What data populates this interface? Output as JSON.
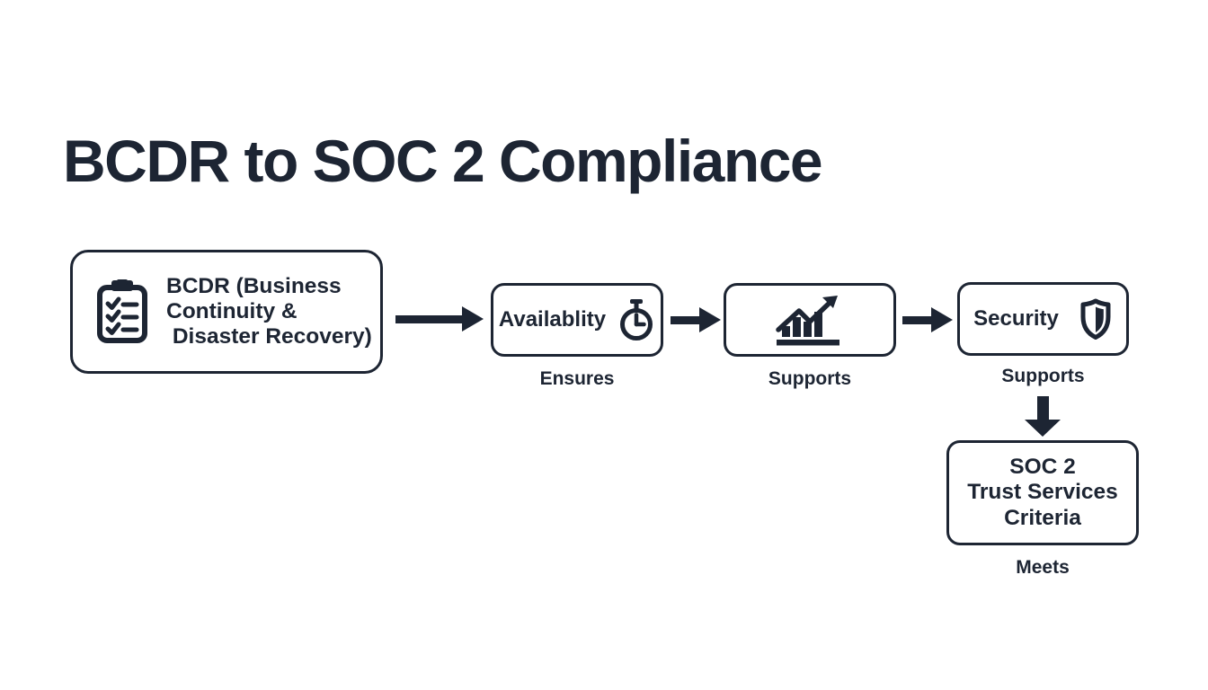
{
  "title": "BCDR to SOC 2 Compliance",
  "colors": {
    "ink": "#1d2533",
    "background": "#ffffff"
  },
  "nodes": {
    "bcdr": {
      "label": "BCDR (Business\nContinuity &\n Disaster Recovery)",
      "icon": "clipboard-checklist-icon"
    },
    "availability": {
      "label": "Availablity",
      "icon": "stopwatch-icon",
      "caption": "Ensures"
    },
    "growth": {
      "icon": "bar-chart-trend-icon",
      "caption": "Supports"
    },
    "security": {
      "label": "Security",
      "icon": "shield-icon",
      "caption": "Supports"
    },
    "soc2": {
      "label": "SOC 2\nTrust Services\nCriteria",
      "caption": "Meets"
    }
  }
}
